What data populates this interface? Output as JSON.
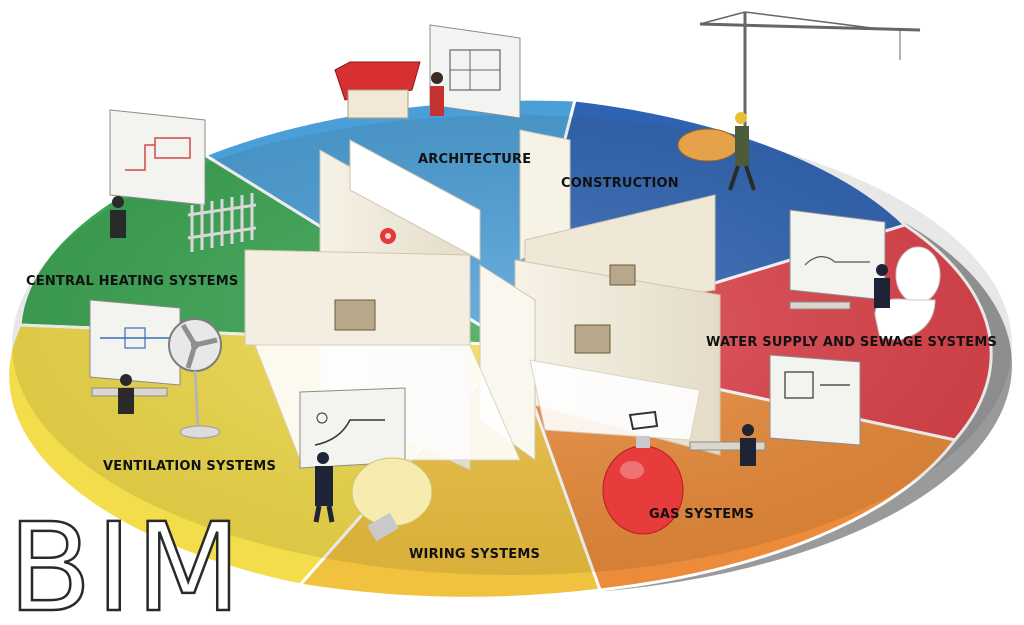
{
  "brand": "BIM",
  "segments": [
    {
      "id": "architecture",
      "label": "ARCHITECTURE",
      "color": "#4a9fd8"
    },
    {
      "id": "construction",
      "label": "CONSTRUCTION",
      "color": "#2e63b3"
    },
    {
      "id": "water",
      "label": "WATER SUPPLY AND SEWAGE SYSTEMS",
      "color": "#e0424a"
    },
    {
      "id": "gas",
      "label": "GAS SYSTEMS",
      "color": "#ec8c3a"
    },
    {
      "id": "wiring",
      "label": "WIRING SYSTEMS",
      "color": "#f0c23e"
    },
    {
      "id": "ventilation",
      "label": "VENTILATION SYSTEMS",
      "color": "#f4dd4a"
    },
    {
      "id": "heating",
      "label": "CENTRAL HEATING SYSTEMS",
      "color": "#3aa652"
    }
  ],
  "icons": {
    "architecture": "blueprint-board-icon",
    "construction": "tower-crane-icon",
    "water": "toilet-icon",
    "gas": "gas-cylinder-icon",
    "wiring": "light-bulb-icon",
    "ventilation": "fan-icon",
    "heating": "radiator-icon"
  }
}
